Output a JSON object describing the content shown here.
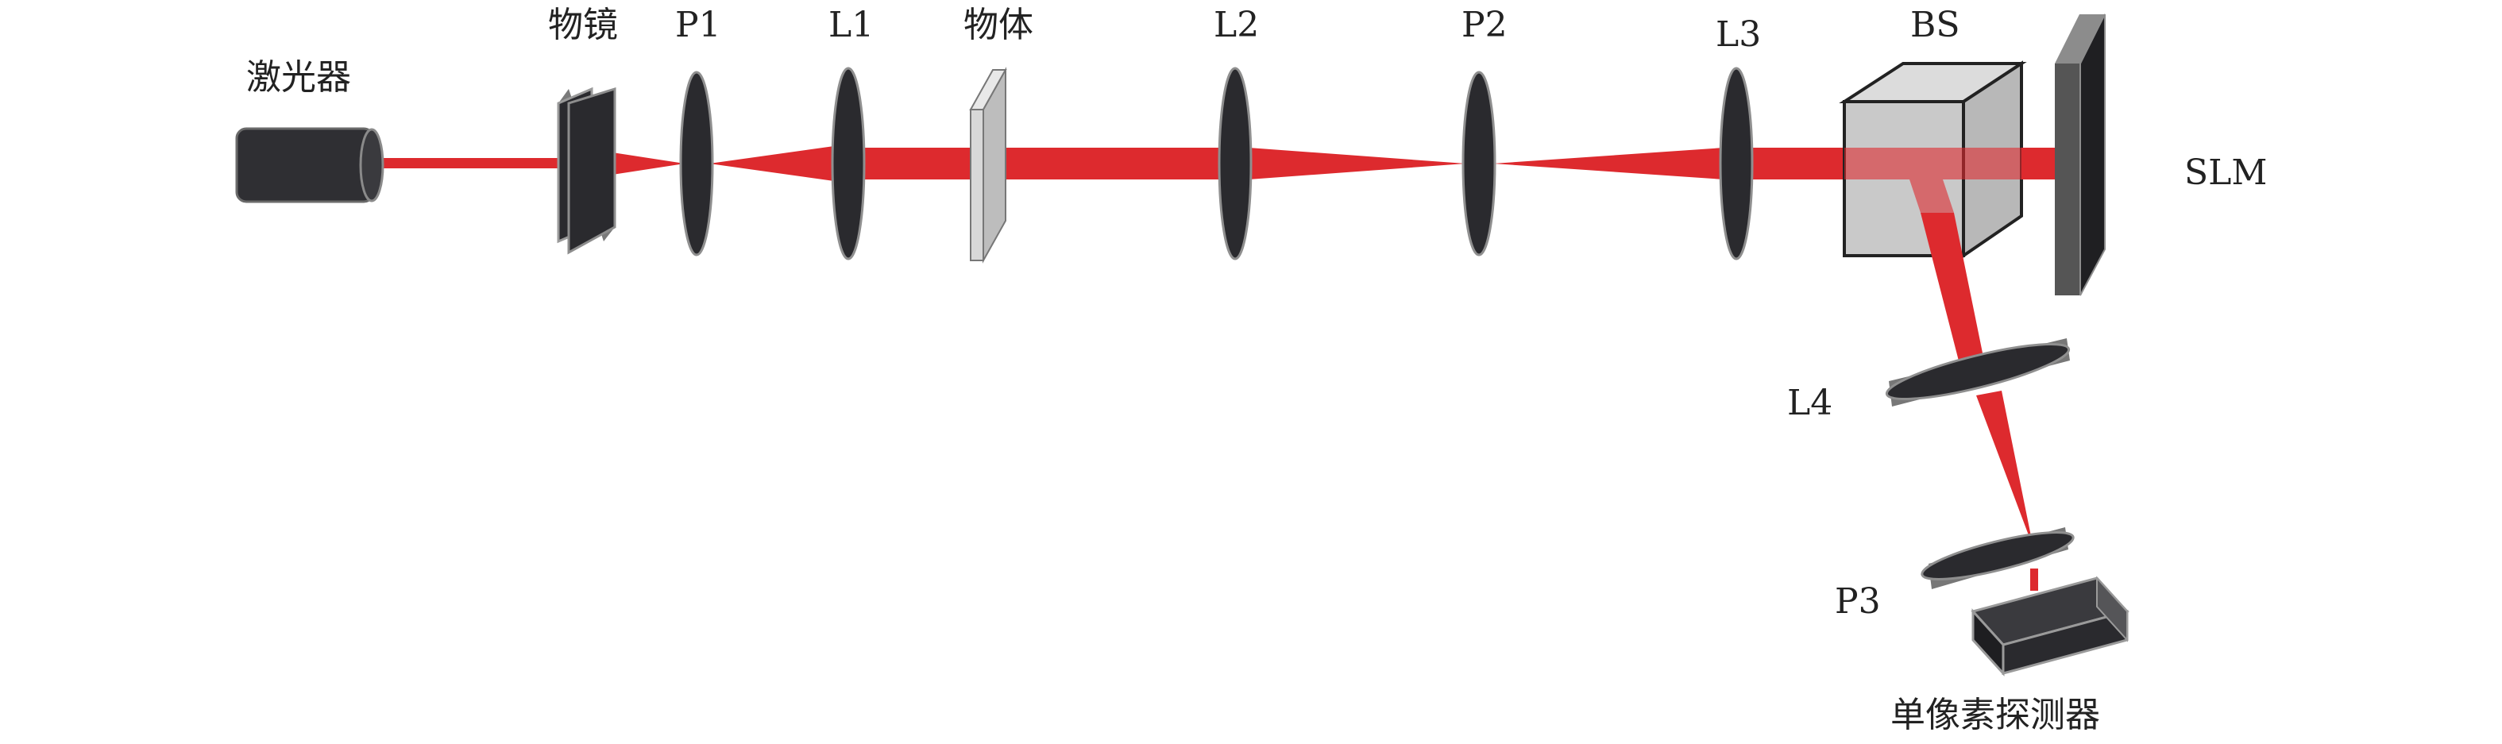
{
  "labels": {
    "laser": "激光器",
    "objective": "物镜",
    "p1": "P1",
    "l1": "L1",
    "object": "物体",
    "l2": "L2",
    "p2": "P2",
    "l3": "L3",
    "bs": "BS",
    "slm": "SLM",
    "l4": "L4",
    "p3": "P3",
    "detector": "单像素探测器"
  },
  "colors": {
    "beam": "#dd2a2e",
    "component_dark": "#2a2a2e",
    "component_edge": "#9a9a9a",
    "object_fill": "#cfcfcf",
    "bs_fill": "#c9c9c9",
    "text": "#222222"
  }
}
